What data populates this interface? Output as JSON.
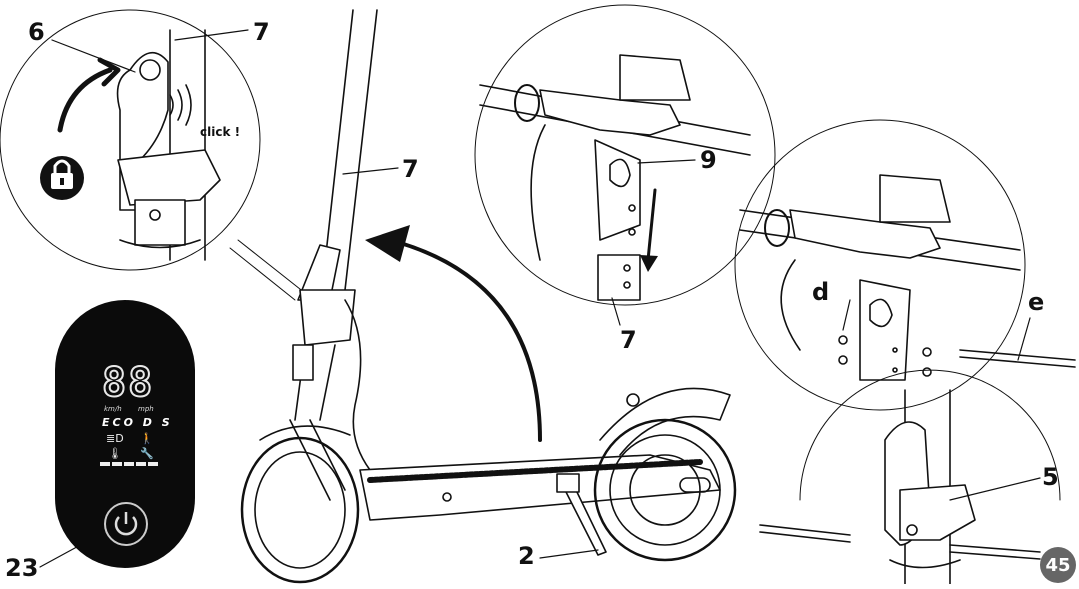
{
  "callouts": {
    "n6": "6",
    "n7_top": "7",
    "n7_stem": "7",
    "n9": "9",
    "n7_mid": "7",
    "d": "d",
    "e": "e",
    "n5": "5",
    "n2": "2",
    "n23": "23"
  },
  "click_text": "click !",
  "display": {
    "speed": "88",
    "unit_left": "km/h",
    "unit_right": "mph",
    "modes": "ECO D S"
  },
  "page_number": "45",
  "colors": {
    "ink": "#111111",
    "panel": "#0b0b0b",
    "badge": "#666666"
  }
}
